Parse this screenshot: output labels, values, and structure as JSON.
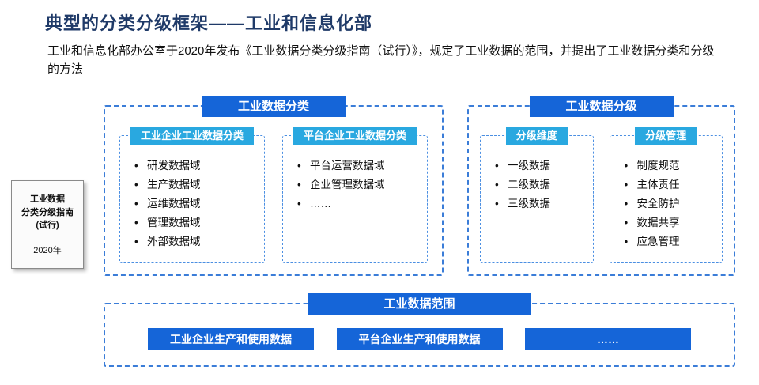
{
  "title": "典型的分类分级框架——工业和信息化部",
  "subtitle": "工业和信息化部办公室于2020年发布《工业数据分类分级指南（试行）》，规定了工业数据的范围，并提出了工业数据分类和分级的方法",
  "source_box": {
    "line1": "工业数据",
    "line2": "分类分级指南",
    "line3": "(试行)",
    "year": "2020年"
  },
  "panels": [
    {
      "header": "工业数据分类",
      "groups": [
        {
          "header": "工业企业工业数据分类",
          "items": [
            "研发数据域",
            "生产数据域",
            "运维数据域",
            "管理数据域",
            "外部数据域"
          ]
        },
        {
          "header": "平台企业工业数据分类",
          "items": [
            "平台运营数据域",
            "企业管理数据域",
            "……"
          ]
        }
      ]
    },
    {
      "header": "工业数据分级",
      "groups": [
        {
          "header": "分级维度",
          "items": [
            "一级数据",
            "二级数据",
            "三级数据"
          ]
        },
        {
          "header": "分级管理",
          "items": [
            "制度规范",
            "主体责任",
            "安全防护",
            "数据共享",
            "应急管理"
          ]
        }
      ]
    }
  ],
  "bottom_panel": {
    "header": "工业数据范围",
    "items": [
      "工业企业生产和使用数据",
      "平台企业生产和使用数据",
      "……"
    ]
  },
  "colors": {
    "title_navy": "#1f3a68",
    "primary_blue": "#1565d8",
    "cyan": "#29a8e0",
    "dashed_border": "#3b7dd8"
  }
}
